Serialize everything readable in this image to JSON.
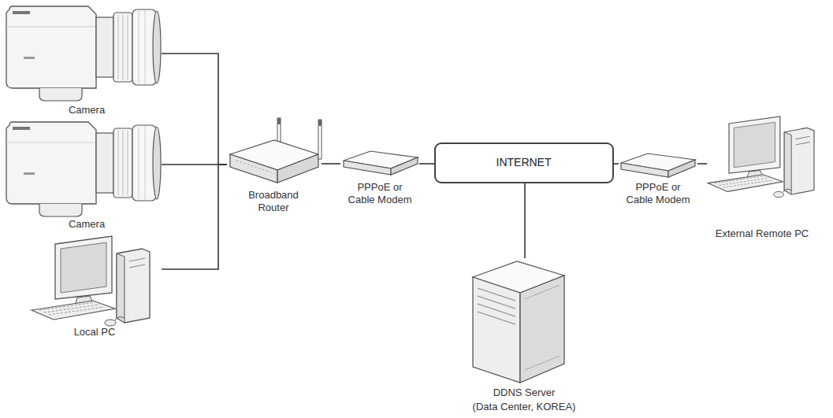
{
  "diagram": {
    "nodes": [
      {
        "text": [
          "Camera"
        ]
      },
      {
        "text": [
          "Camera"
        ]
      },
      {
        "text": [
          "Local PC"
        ]
      },
      {
        "text": [
          "Broadband Router"
        ]
      },
      {
        "text": [
          "PPPoE or Cable Modem"
        ]
      },
      {
        "text": [
          "INTERNET"
        ]
      },
      {
        "text": [
          "PPPoE or Cable Modem"
        ]
      },
      {
        "text": [
          "External Remote PC"
        ]
      },
      {
        "text": [
          "DDNS Server",
          "(Data Center, KOREA)"
        ]
      }
    ],
    "edges": [
      {
        "from": 0,
        "to": 3,
        "arrow": "none"
      },
      {
        "from": 1,
        "to": 3,
        "arrow": "none"
      },
      {
        "from": 2,
        "to": 3,
        "arrow": "none"
      },
      {
        "from": 3,
        "to": 4,
        "arrow": "none"
      },
      {
        "from": 4,
        "to": 5,
        "arrow": "none"
      },
      {
        "from": 5,
        "to": 6,
        "arrow": "none"
      },
      {
        "from": 6,
        "to": 7,
        "arrow": "none"
      },
      {
        "from": 5,
        "to": 8,
        "arrow": "none"
      }
    ]
  }
}
